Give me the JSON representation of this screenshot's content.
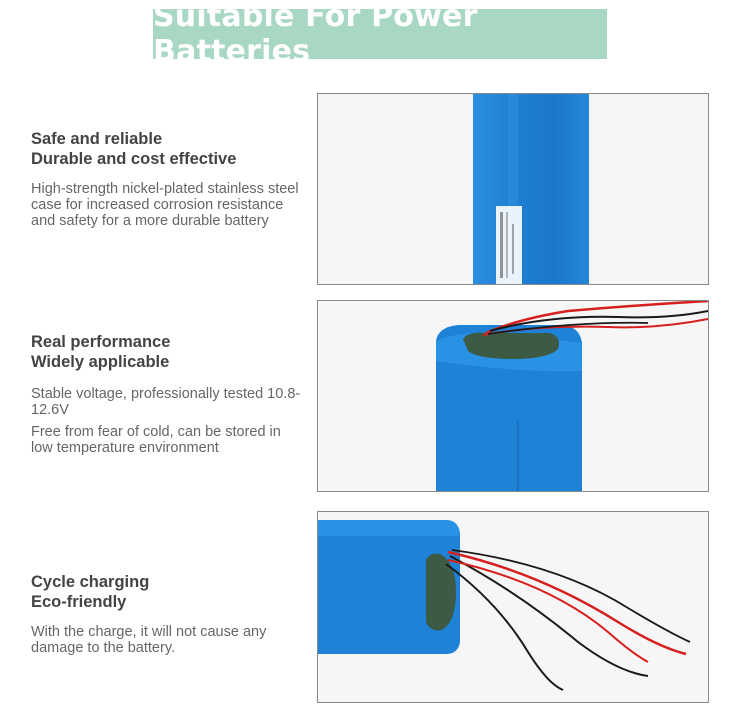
{
  "banner": {
    "title": "Suitable For Power Batteries"
  },
  "sections": [
    {
      "heading_line1": "Safe and reliable",
      "heading_line2": "Durable and cost effective",
      "paragraphs": [
        "High-strength nickel-plated stainless steel case for increased corrosion resistance and safety for a more durable battery"
      ]
    },
    {
      "heading_line1": "Real performance",
      "heading_line2": "Widely applicable",
      "paragraphs": [
        "Stable voltage, professionally tested 10.8-12.6V",
        "Free from fear of cold, can be stored in low temperature environment"
      ]
    },
    {
      "heading_line1": "Cycle charging",
      "heading_line2": "Eco-friendly",
      "paragraphs": [
        "With the charge, it will not cause any damage to the battery."
      ]
    }
  ],
  "colors": {
    "banner_bg": "#a8d8c3",
    "battery_blue": "#1f86d6",
    "wire_red": "#d61f1f",
    "wire_black": "#1a1a1a",
    "cell_green": "#3d5a45"
  }
}
